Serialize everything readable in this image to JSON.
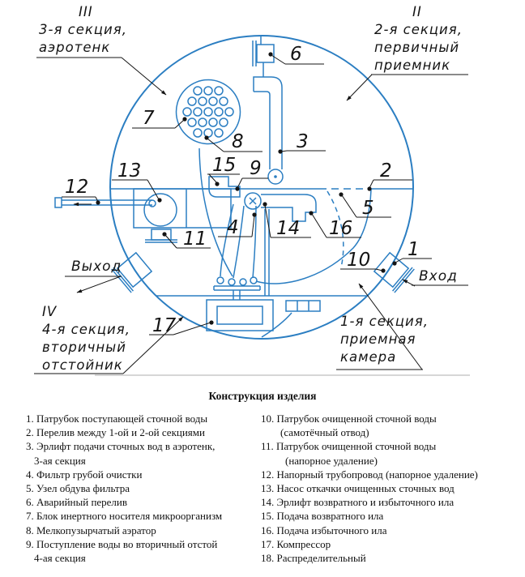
{
  "colors": {
    "diagram_blue": "#2b7ec2",
    "leader_black": "#141414",
    "divider_gray": "#c8c8c8"
  },
  "diagram": {
    "sections": {
      "s3": {
        "numeral": "III",
        "line1": "3-я секция,",
        "line2": "аэротенк"
      },
      "s2": {
        "numeral": "II",
        "line1": "2-я секция,",
        "line2": "первичный",
        "line3": "приемник"
      },
      "s4": {
        "numeral": "IV",
        "line1": "4-я секция,",
        "line2": "вторичный",
        "line3": "отстойник"
      },
      "s1": {
        "line1": "1-я секция,",
        "line2": "приемная",
        "line3": "камера"
      }
    },
    "flow": {
      "in": "Вход",
      "out": "Выход"
    },
    "labels": {
      "n1": "1",
      "n2": "2",
      "n3": "3",
      "n4": "4",
      "n5": "5",
      "n6": "6",
      "n7": "7",
      "n8": "8",
      "n9": "9",
      "n10": "10",
      "n11": "11",
      "n12": "12",
      "n13": "13",
      "n14": "14",
      "n15": "15",
      "n16": "16",
      "n17": "17"
    }
  },
  "legend": {
    "title": "Конструкция изделия",
    "left": [
      "1. Патрубок поступающей сточной воды",
      "2. Перелив между 1-ой и 2-ой секциями",
      "3. Эрлифт подачи сточных вод в аэротенк,",
      "3-ая секция",
      "4. Фильтр грубой очистки",
      "5. Узел обдува фильтра",
      "6. Аварийный перелив",
      "7. Блок инертного носителя микроорганизм",
      "8. Мелкопузырчатый аэратор",
      "9. Поступление воды во вторичный отстой",
      "4-ая секция"
    ],
    "right": [
      "10. Патрубок очищенной сточной воды",
      "(самотёчный отвод)",
      "11. Патрубок очищенной сточной воды",
      "(напорное удаление)",
      "12. Напорный трубопровод (напорное удаление)",
      "13. Насос откачки очищенных сточных вод",
      "14. Эрлифт возвратного и избыточного ила",
      "15. Подача возвратного ила",
      "16. Подача избыточного ила",
      "17. Компрессор",
      "18.  Распределительный"
    ]
  }
}
